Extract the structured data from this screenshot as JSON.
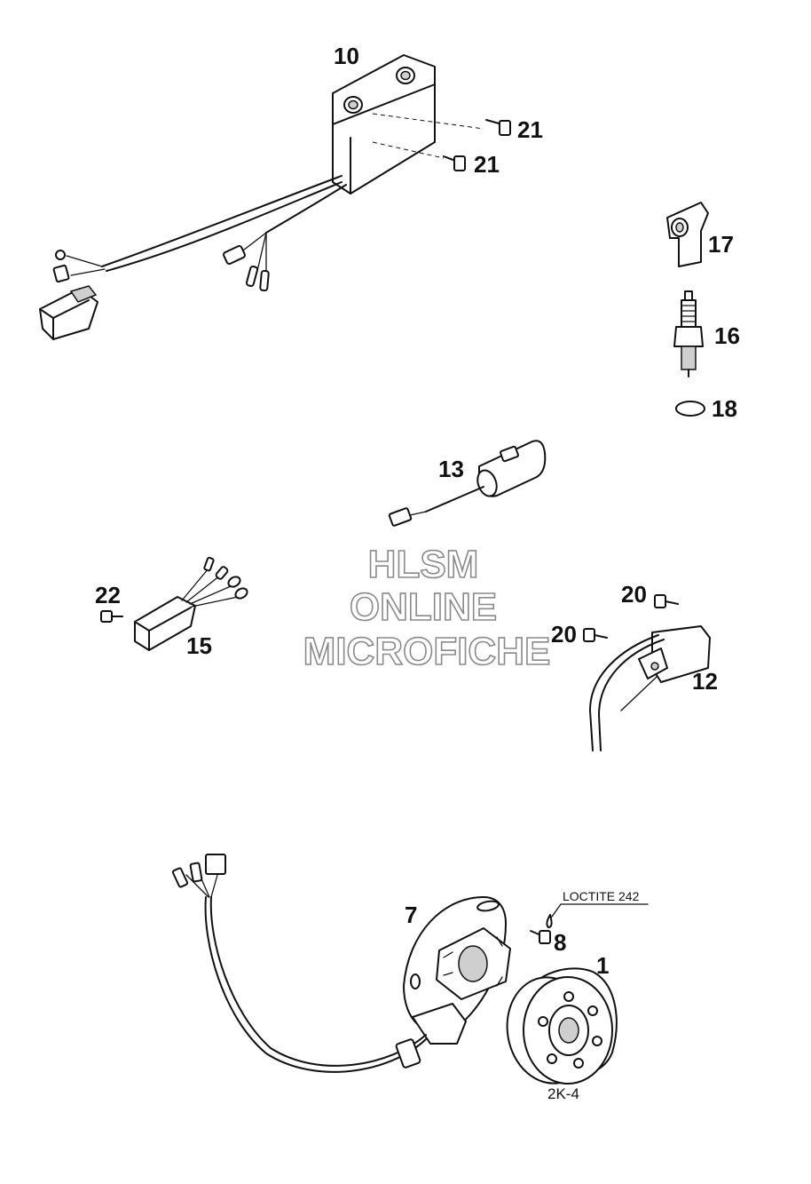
{
  "callouts": {
    "p10": "10",
    "p21a": "21",
    "p21b": "21",
    "p17": "17",
    "p16": "16",
    "p18": "18",
    "p13": "13",
    "p22": "22",
    "p15": "15",
    "p20a": "20",
    "p20b": "20",
    "p12": "12",
    "p7": "7",
    "p8": "8",
    "p1": "1"
  },
  "notes": {
    "loctite": "LOCTITE 242",
    "figure_code": "2K-4"
  },
  "watermark": {
    "line1": "HLSM",
    "line2": "ONLINE",
    "line3": "MICROFICHE"
  },
  "colors": {
    "ink": "#111111",
    "watermark": "#8a8a8a",
    "background": "#ffffff"
  }
}
